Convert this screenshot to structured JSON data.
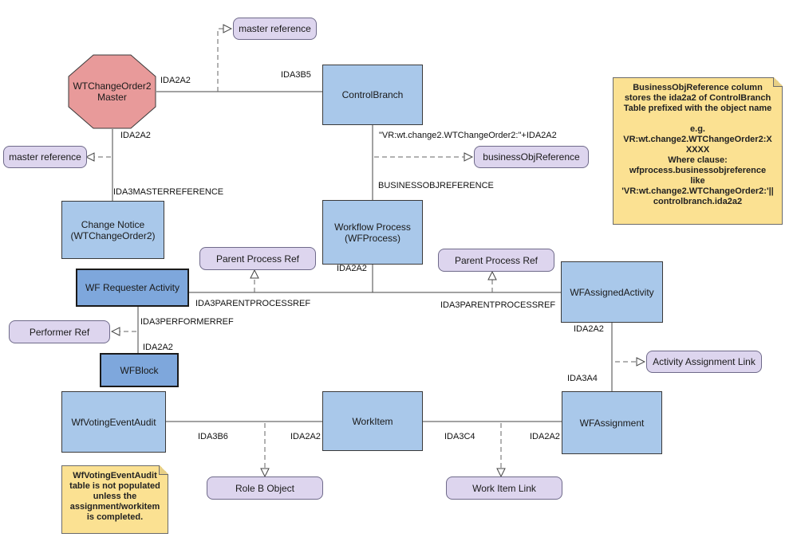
{
  "nodes": {
    "master": "WTChangeOrder2\nMaster",
    "control_branch": "ControlBranch",
    "change_notice": "Change Notice\n(WTChangeOrder2)",
    "workflow_process": "Workflow Process\n(WFProcess)",
    "wf_requester_activity": "WF Requester Activity",
    "wf_assigned_activity": "WFAssignedActivity",
    "wf_block": "WFBlock",
    "wf_voting_event_audit": "WfVotingEventAudit",
    "work_item": "WorkItem",
    "wf_assignment": "WFAssignment"
  },
  "references": {
    "master_reference_top": "master reference",
    "master_reference_left": "master reference",
    "business_obj_reference": "businessObjReference",
    "parent_process_ref_left": "Parent Process Ref",
    "parent_process_ref_right": "Parent Process Ref",
    "performer_ref": "Performer Ref",
    "activity_assignment_link": "Activity Assignment Link",
    "role_b_object": "Role B Object",
    "work_item_link": "Work Item Link"
  },
  "edge_labels": {
    "ida2a2_master_right": "IDA2A2",
    "ida3b5": "IDA3B5",
    "ida2a2_master_bottom": "IDA2A2",
    "ida3masterreference": "IDA3MASTERREFERENCE",
    "vr_expression": "\"VR:wt.change2.WTChangeOrder2:\"+IDA2A2",
    "businessobjreference": "BUSINESSOBJREFERENCE",
    "ida2a2_workflow": "IDA2A2",
    "ida3parentprocessref_left": "IDA3PARENTPROCESSREF",
    "ida3parentprocessref_right": "IDA3PARENTPROCESSREF",
    "ida3performerref": "IDA3PERFORMERREF",
    "ida2a2_wfblock": "IDA2A2",
    "ida2a2_assigned": "IDA2A2",
    "ida3a4": "IDA3A4",
    "ida3b6": "IDA3B6",
    "ida2a2_workitem": "IDA2A2",
    "ida3c4": "IDA3C4",
    "ida2a2_assignment": "IDA2A2"
  },
  "notes": {
    "business_obj_note": "BusinessObjReference column\nstores the ida2a2 of ControlBranch\nTable prefixed with the object name\n\ne.g.\nVR:wt.change2.WTChangeOrder2:X\nXXXX\nWhere clause:\nwfprocess.businessobjreference\nlike\n'VR:wt.change2.WTChangeOrder2:'||\ncontrolbranch.ida2a2",
    "voting_note": "WfVotingEventAudit\ntable is not populated\nunless the\nassignment/workitem\nis completed."
  },
  "colors": {
    "entity_fill": "#a9c8ea",
    "entity_dark_fill": "#7ea7dc",
    "master_fill": "#e89a9a",
    "reference_fill": "#ddd5ee",
    "note_fill": "#fbe192"
  }
}
